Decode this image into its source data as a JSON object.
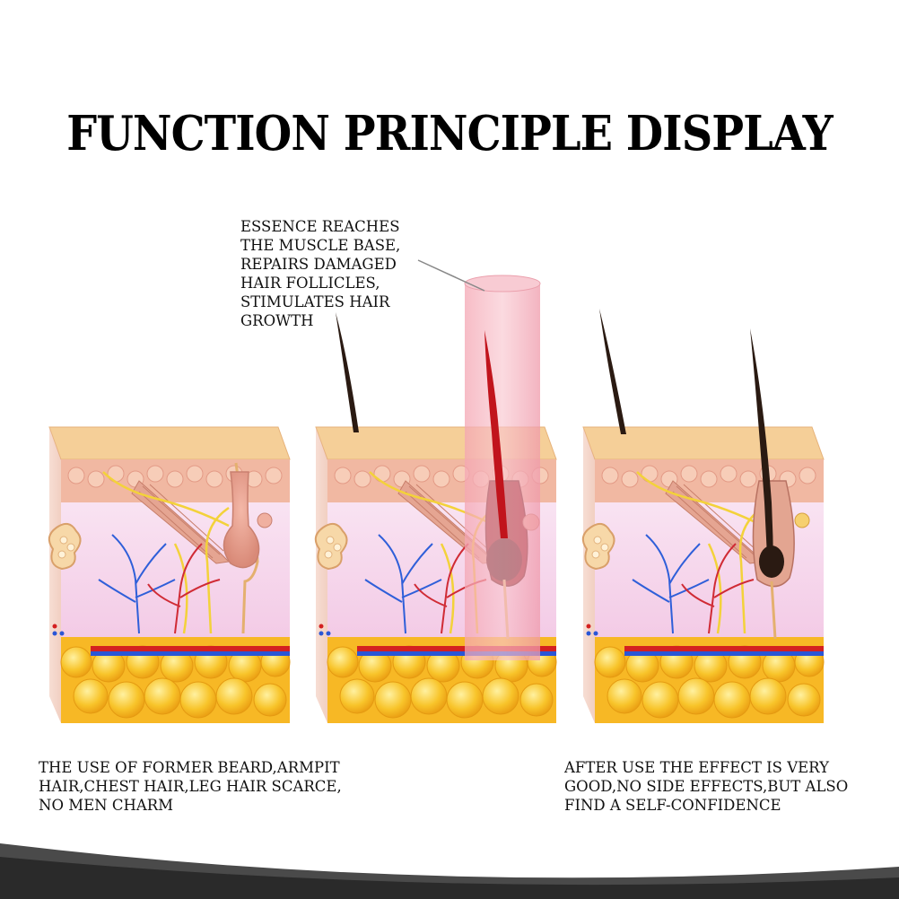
{
  "title": "FUNCTION PRINCIPLE DISPLAY",
  "captions": {
    "essence": "ESSENCE REACHES\nTHE MUSCLE BASE,\nREPAIRS DAMAGED\nHAIR FOLLICLES,\nSTIMULATES HAIR\nGROWTH",
    "before": "THE USE OF FORMER BEARD,ARMPIT\nHAIR,CHEST HAIR,LEG HAIR SCARCE,\nNO MEN CHARM",
    "after": "AFTER USE THE EFFECT IS VERY\nGOOD,NO SIDE EFFECTS,BUT ALSO\nFIND A SELF-CONFIDENCE"
  },
  "panels": [
    {
      "stage": "before"
    },
    {
      "stage": "during"
    },
    {
      "stage": "after"
    }
  ],
  "colors": {
    "epidermis": "#f3c99a",
    "dermis": "#f6d9ee",
    "fat": "#f7b825",
    "artery": "#d42020",
    "vein": "#2a56d6",
    "hair": "#2a1a12",
    "essence_beam": "#f2a6b0",
    "footer_band": "#4a4a4a"
  }
}
